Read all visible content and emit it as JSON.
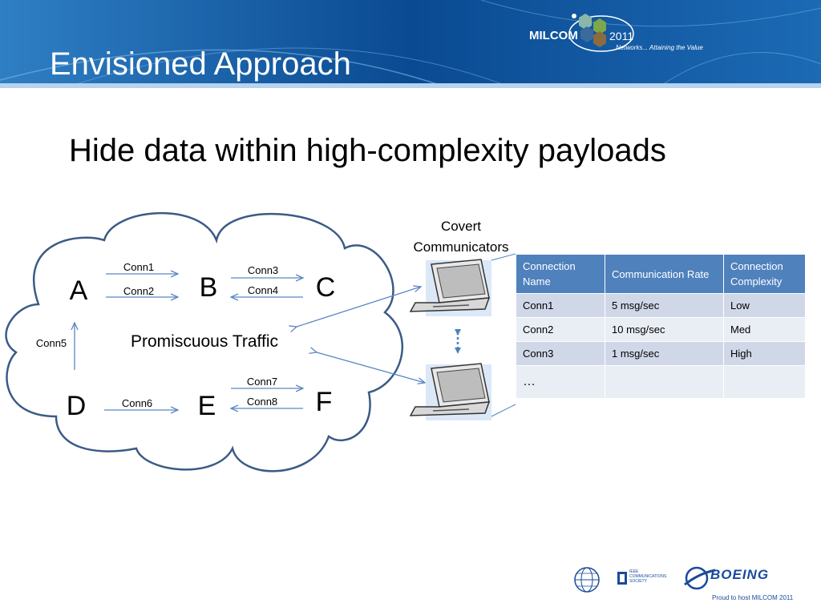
{
  "header": {
    "title": "Envisioned Approach",
    "logo_name": "MILCOM",
    "logo_year": "2011",
    "logo_tagline": "Networks... Attaining the Value"
  },
  "subtitle": "Hide data within high-complexity payloads",
  "diagram": {
    "nodes": [
      "A",
      "B",
      "C",
      "D",
      "E",
      "F"
    ],
    "connections": [
      "Conn1",
      "Conn2",
      "Conn3",
      "Conn4",
      "Conn5",
      "Conn6",
      "Conn7",
      "Conn8"
    ],
    "cloud_label": "Promiscuous Traffic",
    "covert_label_line1": "Covert",
    "covert_label_line2": "Communicators"
  },
  "table": {
    "headers": [
      "Connection Name",
      "Communication Rate",
      "Connection Complexity"
    ],
    "rows": [
      [
        "Conn1",
        "5 msg/sec",
        "Low"
      ],
      [
        "Conn2",
        "10 msg/sec",
        "Med"
      ],
      [
        "Conn3",
        "1 msg/sec",
        "High"
      ],
      [
        "…",
        "",
        ""
      ]
    ]
  },
  "footer": {
    "ieee_text": "IEEE COMMUNICATIONS SOCIETY",
    "boeing": "BOEING",
    "proud": "Proud to host MILCOM 2011"
  },
  "colors": {
    "header_blue": "#0a4a92",
    "table_header": "#4f81bd",
    "cloud_stroke": "#3b5b85",
    "arrow": "#5b86c2"
  }
}
